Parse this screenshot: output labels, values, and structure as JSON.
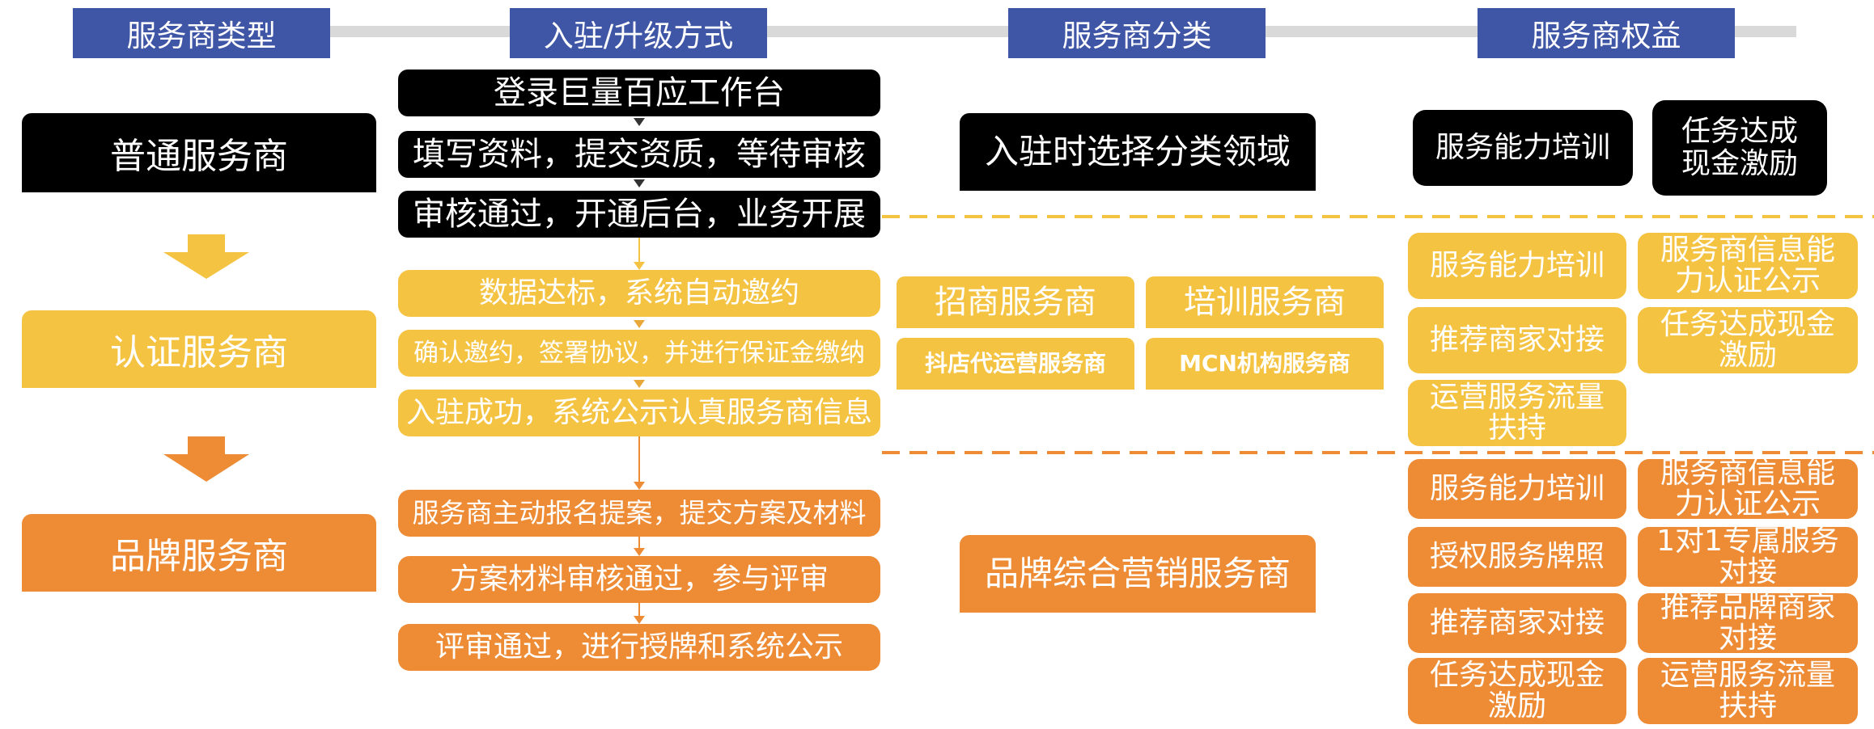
{
  "headers": [
    "服务商类型",
    "入驻/升级方式",
    "服务商分类",
    "服务商权益"
  ],
  "tiers": [
    "普通服务商",
    "认证服务商",
    "品牌服务商"
  ],
  "process": {
    "normal": [
      "登录巨量百应工作台",
      "填写资料，提交资质，等待审核",
      "审核通过，开通后台，业务开展"
    ],
    "certified": [
      "数据达标，系统自动邀约",
      "确认邀约，签署协议，并进行保证金缴纳",
      "入驻成功，系统公示认真服务商信息"
    ],
    "brand": [
      "服务商主动报名提案，提交方案及材料",
      "方案材料审核通过，参与评审",
      "评审通过，进行授牌和系统公示"
    ]
  },
  "categories": {
    "normal": "入驻时选择分类领域",
    "certified": [
      "招商服务商",
      "培训服务商",
      "抖店代运营服务商",
      "MCN机构服务商"
    ],
    "brand": "品牌综合营销服务商"
  },
  "benefits": {
    "normal": [
      "服务能力培训",
      "任务达成现金激励"
    ],
    "certified": [
      "服务能力培训",
      "服务商信息能力认证公示",
      "推荐商家对接",
      "任务达成现金激励",
      "运营服务流量扶持"
    ],
    "brand": [
      "服务能力培训",
      "服务商信息能力认证公示",
      "授权服务牌照",
      "1对1专属服务对接",
      "推荐商家对接",
      "推荐品牌商家对接",
      "任务达成现金激励",
      "运营服务流量扶持"
    ]
  },
  "colors": {
    "header": "#3f55a5",
    "normal": "#000000",
    "certified": "#f5c342",
    "brand": "#ee8b35",
    "connector": "#d9d9d9"
  }
}
